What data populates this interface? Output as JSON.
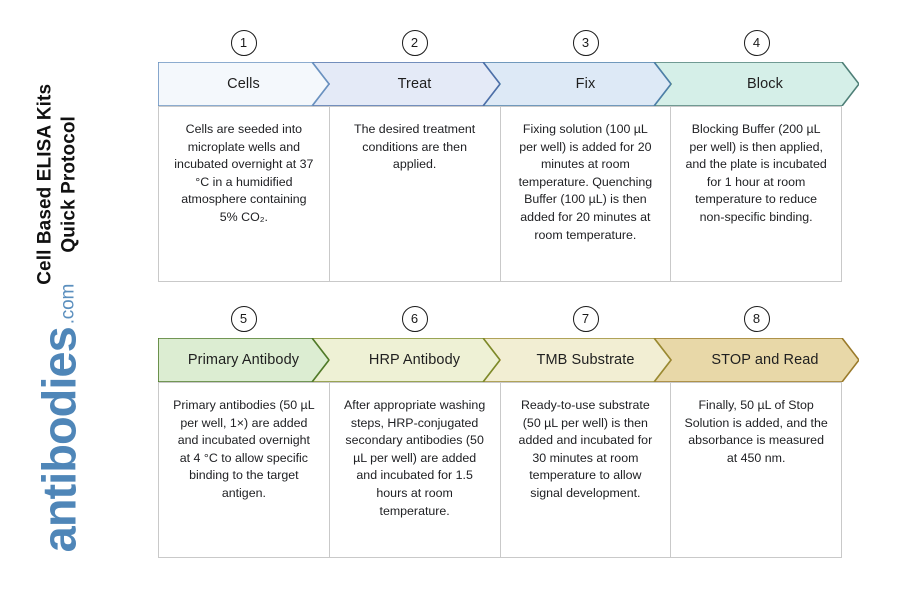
{
  "document": {
    "title": "Cell Based ELISA Kits\nQuick Protocol",
    "brand_word": "antibodies",
    "brand_tld": ".com"
  },
  "colors": {
    "step_1_fill": "#f4f8fc",
    "step_1_stroke": "#6a92c0",
    "step_2_fill": "#e4eaf7",
    "step_2_stroke": "#4d6fa8",
    "step_3_fill": "#dde9f6",
    "step_3_stroke": "#4d7fa8",
    "step_4_fill": "#d5efe8",
    "step_4_stroke": "#4e7f77",
    "step_5_fill": "#dcedd2",
    "step_5_stroke": "#4f7a2a",
    "step_6_fill": "#eef1d5",
    "step_6_stroke": "#7d8a2a",
    "step_7_fill": "#f2eed3",
    "step_7_stroke": "#9a8a31",
    "step_8_fill": "#e8d8a8",
    "step_8_stroke": "#9a7a2a",
    "badge_stroke": "#1a1a1a",
    "body_border": "#c9c9c9",
    "brand_blue": "#4f86b8"
  },
  "rows": [
    {
      "name": "row-one",
      "steps": [
        {
          "number": "1",
          "label": "Cells",
          "body": "Cells are seeded into microplate wells and incubated overnight at 37 °C in a humidified atmosphere containing 5% CO₂.",
          "fill": "#f4f8fc",
          "stroke": "#6a92c0"
        },
        {
          "number": "2",
          "label": "Treat",
          "body": "The desired treatment conditions are then applied.",
          "fill": "#e4eaf7",
          "stroke": "#4d6fa8"
        },
        {
          "number": "3",
          "label": "Fix",
          "body": "Fixing solution (100 µL per well) is added for 20 minutes at room temperature. Quenching Buffer (100 µL) is then added for 20 minutes at room temperature.",
          "fill": "#dde9f6",
          "stroke": "#4d7fa8"
        },
        {
          "number": "4",
          "label": "Block",
          "body": "Blocking Buffer (200 µL per well) is then applied, and the plate is incubated for 1 hour at room temperature to reduce non-specific binding.",
          "fill": "#d5efe8",
          "stroke": "#4e7f77"
        }
      ]
    },
    {
      "name": "row-two",
      "steps": [
        {
          "number": "5",
          "label": "Primary Antibody",
          "body": "Primary antibodies (50 µL per well, 1×) are added and incubated overnight at 4 °C to allow specific binding to the target antigen.",
          "fill": "#dcedd2",
          "stroke": "#4f7a2a"
        },
        {
          "number": "6",
          "label": "HRP Antibody",
          "body": "After appropriate washing steps, HRP-conjugated secondary antibodies (50 µL per well) are added and incubated for 1.5 hours at room temperature.",
          "fill": "#eef1d5",
          "stroke": "#7d8a2a"
        },
        {
          "number": "7",
          "label": "TMB Substrate",
          "body": "Ready-to-use substrate (50 µL per well) is then added and incubated for 30 minutes at room temperature to allow signal development.",
          "fill": "#f2eed3",
          "stroke": "#9a8a31"
        },
        {
          "number": "8",
          "label": "STOP and Read",
          "body": "Finally, 50 µL of Stop Solution is added, and the absorbance is measured at 450 nm.",
          "fill": "#e8d8a8",
          "stroke": "#9a7a2a"
        }
      ]
    }
  ]
}
